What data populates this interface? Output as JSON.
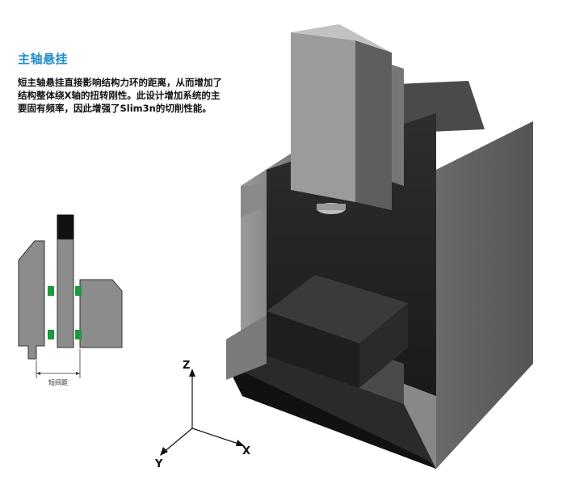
{
  "section": {
    "title": "主轴悬挂",
    "lines": [
      "短主轴悬挂直接影响结构力环的距离，从而增加了",
      "结构整体绕X轴的扭转刚性。此设计增加系统的主",
      "要固有频率，因此增强了Slim3n的切削性能。"
    ]
  },
  "diagram": {
    "dimension_label": "短间距"
  },
  "axes": {
    "z": "Z",
    "x": "X",
    "y": "Y"
  },
  "colors": {
    "accent": "#1f8ecb",
    "green": "#1a9b3c",
    "machine_gray": "#8c8c8c"
  }
}
